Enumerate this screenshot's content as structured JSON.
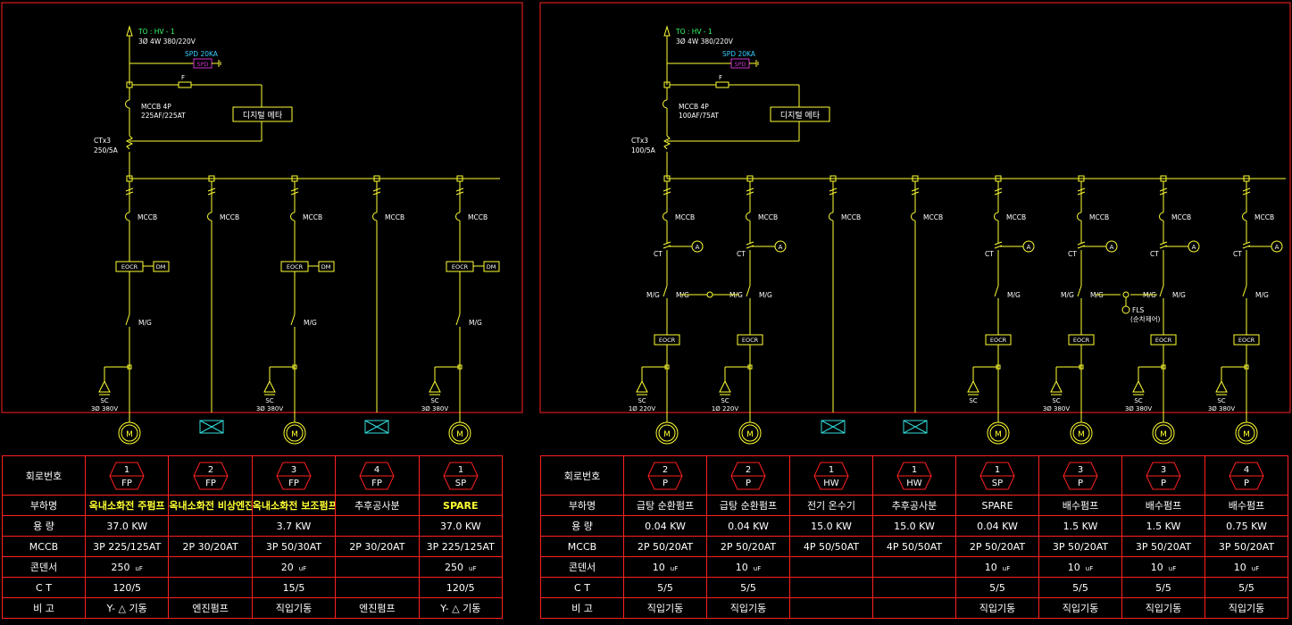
{
  "colors": {
    "line": "#ffff33",
    "frame": "#ff2020",
    "spd": "#cc33cc",
    "note": "#33ff66",
    "spdlabel": "#33ccff",
    "motor": "#ffff33",
    "fan": "#33dddd",
    "text": "#ffffff"
  },
  "left": {
    "source": "TO : HV - 1",
    "system": "3Ø 4W 380/220V",
    "spd": "SPD 20KA",
    "spd_box": "SPD",
    "fuse": "F",
    "meter": "디지털 메타",
    "main_breaker": [
      "MCCB 4P",
      "225AF/225AT"
    ],
    "ct": [
      "CTx3",
      "250/5A"
    ],
    "branches": [
      {
        "mccb": "MCCB",
        "eocr": "EOCR",
        "dm": "DM",
        "mg": "M/G",
        "sc": [
          "SC",
          "3Ø 380V"
        ],
        "load": "motor"
      },
      {
        "mccb": "MCCB",
        "load": "fan"
      },
      {
        "mccb": "MCCB",
        "eocr": "EOCR",
        "dm": "DM",
        "mg": "M/G",
        "sc": [
          "SC",
          "3Ø 380V"
        ],
        "load": "motor"
      },
      {
        "mccb": "MCCB",
        "load": "fan"
      },
      {
        "mccb": "MCCB",
        "eocr": "EOCR",
        "dm": "DM",
        "mg": "M/G",
        "sc": [
          "SC",
          "3Ø 380V"
        ],
        "load": "motor"
      }
    ]
  },
  "right": {
    "source": "TO : HV - 1",
    "system": "3Ø 4W 380/220V",
    "spd": "SPD 20KA",
    "spd_box": "SPD",
    "fuse": "F",
    "meter": "디지털 메타",
    "main_breaker": [
      "MCCB 4P",
      "100AF/75AT"
    ],
    "ct": [
      "CTx3",
      "100/5A"
    ],
    "flowswitch": [
      "FLS",
      "(순차제어)"
    ],
    "branches": [
      {
        "mccb": "MCCB",
        "ct": "CT",
        "amm": "A",
        "mg": "M/G",
        "eocr": "EOCR",
        "sc": [
          "SC",
          "1Ø 220V"
        ],
        "load": "motor"
      },
      {
        "mccb": "MCCB",
        "ct": "CT",
        "amm": "A",
        "mg": "M/G",
        "eocr": "EOCR",
        "sc": [
          "SC",
          "1Ø 220V"
        ],
        "load": "motor"
      },
      {
        "mccb": "MCCB",
        "load": "fan"
      },
      {
        "mccb": "MCCB",
        "load": "fan"
      },
      {
        "mccb": "MCCB",
        "ct": "CT",
        "amm": "A",
        "mg": "M/G",
        "eocr": "EOCR",
        "sc": [
          "SC",
          ""
        ],
        "load": "motor"
      },
      {
        "mccb": "MCCB",
        "ct": "CT",
        "amm": "A",
        "mg": "M/G",
        "eocr": "EOCR",
        "sc": [
          "SC",
          "3Ø 380V"
        ],
        "load": "motor"
      },
      {
        "mccb": "MCCB",
        "ct": "CT",
        "amm": "A",
        "mg": "M/G",
        "eocr": "EOCR",
        "sc": [
          "SC",
          "3Ø 380V"
        ],
        "load": "motor"
      },
      {
        "mccb": "MCCB",
        "ct": "CT",
        "amm": "A",
        "mg": "M/G",
        "eocr": "EOCR",
        "sc": [
          "SC",
          "3Ø 380V"
        ],
        "load": "motor"
      }
    ]
  },
  "motor_label": "M",
  "left_table": {
    "row_labels": [
      "회로번호",
      "부하명",
      "용 량",
      "MCCB",
      "콘덴서",
      "C T",
      "비 고"
    ],
    "columns": [
      {
        "num": "1",
        "code": "FP",
        "load": "옥내소화전 주펌프",
        "cap": "37.0 KW",
        "mccb": "3P 225/125AT",
        "cond": "250",
        "ct": "120/5",
        "note": "Y- △ 기동",
        "yellow": true
      },
      {
        "num": "2",
        "code": "FP",
        "load": "옥내소화전 비상엔진펌프",
        "cap": "",
        "mccb": "2P 30/20AT",
        "cond": "",
        "ct": "",
        "note": "엔진펌프",
        "yellow": true
      },
      {
        "num": "3",
        "code": "FP",
        "load": "옥내소화전 보조펌프",
        "cap": "3.7 KW",
        "mccb": "3P 50/30AT",
        "cond": "20",
        "ct": "15/5",
        "note": "직입기동",
        "yellow": true
      },
      {
        "num": "4",
        "code": "FP",
        "load": "추후공사분",
        "cap": "",
        "mccb": "2P 30/20AT",
        "cond": "",
        "ct": "",
        "note": "엔진펌프",
        "yellow": false
      },
      {
        "num": "1",
        "code": "SP",
        "load": "SPARE",
        "cap": "37.0 KW",
        "mccb": "3P 225/125AT",
        "cond": "250",
        "ct": "120/5",
        "note": "Y- △ 기동",
        "yellow": true
      }
    ],
    "uf": "uF"
  },
  "right_table": {
    "row_labels": [
      "회로번호",
      "부하명",
      "용 량",
      "MCCB",
      "콘덴서",
      "C T",
      "비 고"
    ],
    "columns": [
      {
        "num": "2",
        "code": "P",
        "load": "급탕 순환펌프",
        "cap": "0.04 KW",
        "mccb": "2P 50/20AT",
        "cond": "10",
        "ct": "5/5",
        "note": "직입기동"
      },
      {
        "num": "2",
        "code": "P",
        "load": "급탕 순환펌프",
        "cap": "0.04 KW",
        "mccb": "2P 50/20AT",
        "cond": "10",
        "ct": "5/5",
        "note": "직입기동"
      },
      {
        "num": "1",
        "code": "HW",
        "load": "전기 온수기",
        "cap": "15.0 KW",
        "mccb": "4P 50/50AT",
        "cond": "",
        "ct": "",
        "note": ""
      },
      {
        "num": "1",
        "code": "HW",
        "load": "추후공사분",
        "cap": "15.0 KW",
        "mccb": "4P 50/50AT",
        "cond": "",
        "ct": "",
        "note": ""
      },
      {
        "num": "1",
        "code": "SP",
        "load": "SPARE",
        "cap": "0.04 KW",
        "mccb": "2P 50/20AT",
        "cond": "10",
        "ct": "5/5",
        "note": "직입기동"
      },
      {
        "num": "3",
        "code": "P",
        "load": "배수펌프",
        "cap": "1.5 KW",
        "mccb": "3P 50/20AT",
        "cond": "10",
        "ct": "5/5",
        "note": "직입기동"
      },
      {
        "num": "3",
        "code": "P",
        "load": "배수펌프",
        "cap": "1.5 KW",
        "mccb": "3P 50/20AT",
        "cond": "10",
        "ct": "5/5",
        "note": "직입기동"
      },
      {
        "num": "4",
        "code": "P",
        "load": "배수펌프",
        "cap": "0.75 KW",
        "mccb": "3P 50/20AT",
        "cond": "10",
        "ct": "5/5",
        "note": "직입기동"
      }
    ],
    "uf": "uF"
  }
}
